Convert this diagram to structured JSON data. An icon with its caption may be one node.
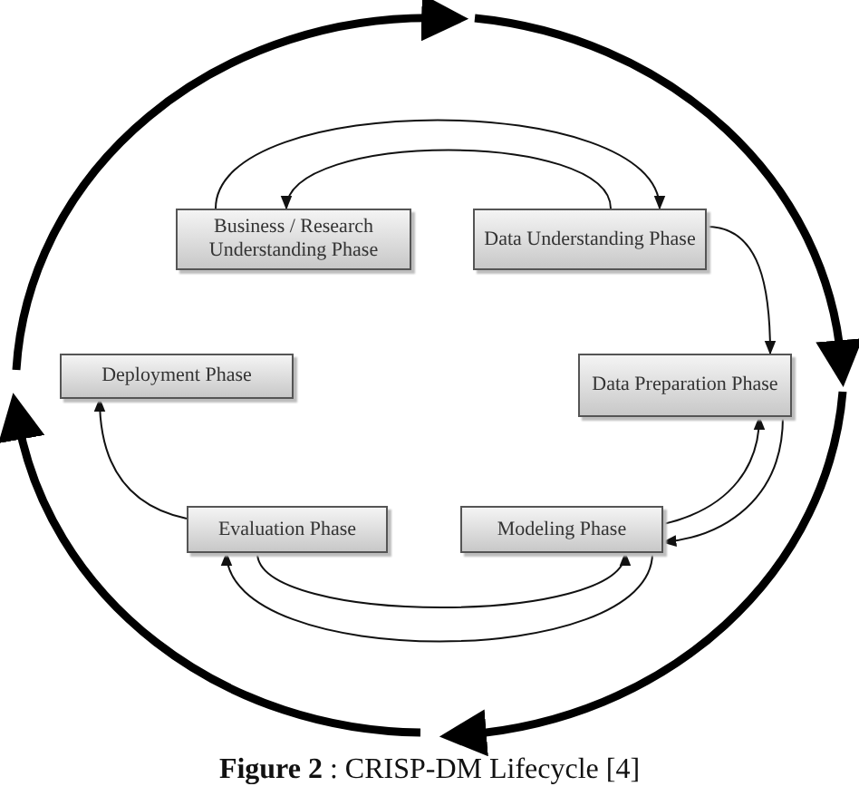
{
  "diagram": {
    "caption": "**Figure 2** : CRISP-DM Lifecycle [4]",
    "nodes": [
      {
        "text": [
          "Business / Research Understanding Phase"
        ]
      },
      {
        "text": [
          "Data Understanding Phase"
        ]
      },
      {
        "text": [
          "Deployment Phase"
        ]
      },
      {
        "text": [
          "Data Preparation Phase"
        ]
      },
      {
        "text": [
          "Evaluation Phase"
        ]
      },
      {
        "text": [
          "Modeling Phase"
        ]
      }
    ],
    "edges": [
      {
        "from": 0,
        "to": 1,
        "arrow": "to"
      },
      {
        "from": 1,
        "to": 0,
        "arrow": "to"
      },
      {
        "from": 1,
        "to": 3,
        "arrow": "to"
      },
      {
        "from": 5,
        "to": 3,
        "arrow": "to"
      },
      {
        "from": 3,
        "to": 5,
        "arrow": "to"
      },
      {
        "from": 4,
        "to": 5,
        "arrow": "to"
      },
      {
        "from": 5,
        "to": 4,
        "arrow": "to"
      },
      {
        "from": 4,
        "to": 2,
        "arrow": "to"
      }
    ]
  }
}
